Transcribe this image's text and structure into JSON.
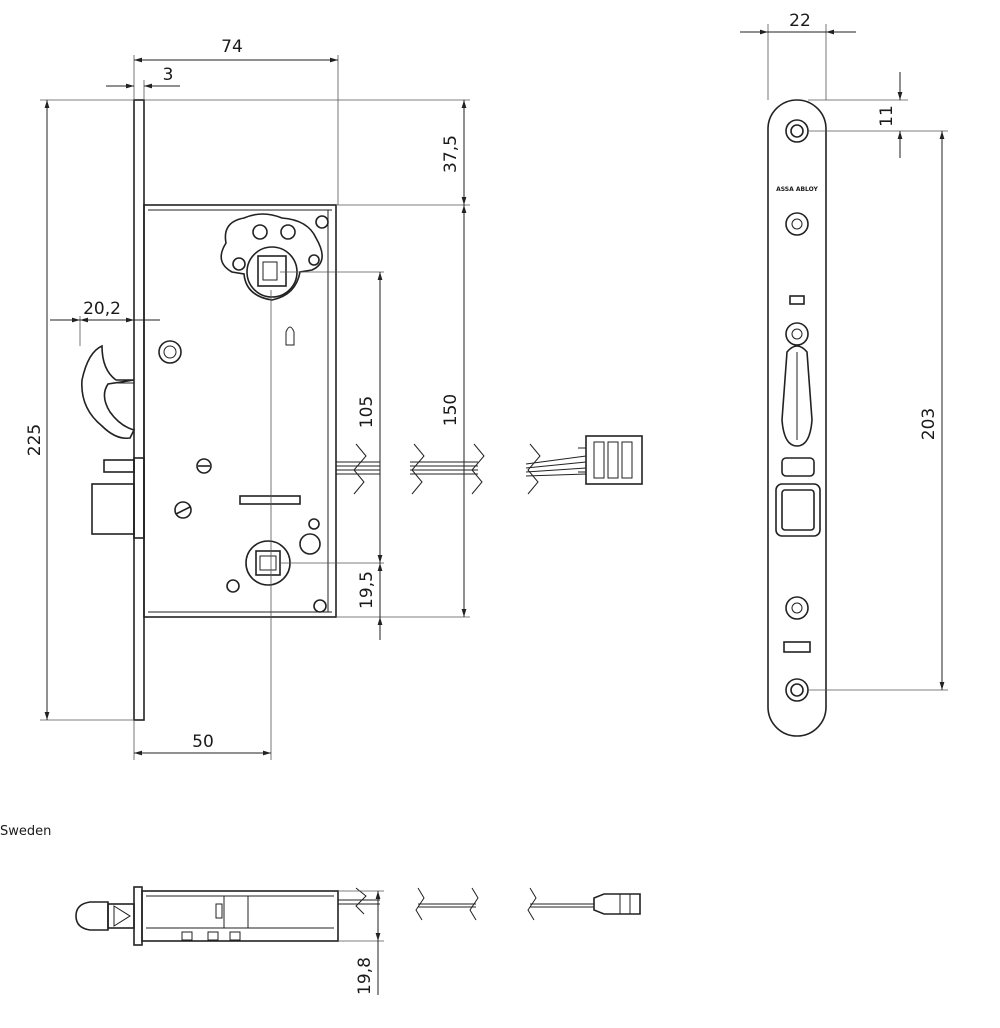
{
  "dimensions": {
    "faceplate_thickness": "3",
    "case_depth": "74",
    "overall_height": "225",
    "top_offset": "37,5",
    "backset": "50",
    "hook_bolt_throw": "20,2",
    "follower_to_cylinder": "105",
    "case_height": "150",
    "cylinder_to_bottom": "19,5",
    "faceplate_width": "22",
    "screw_offset": "11",
    "screw_spacing": "203",
    "case_width": "19,8"
  },
  "labels": {
    "origin_fragment": "Sweden",
    "brand_mark": "ASSA ABLOY"
  }
}
